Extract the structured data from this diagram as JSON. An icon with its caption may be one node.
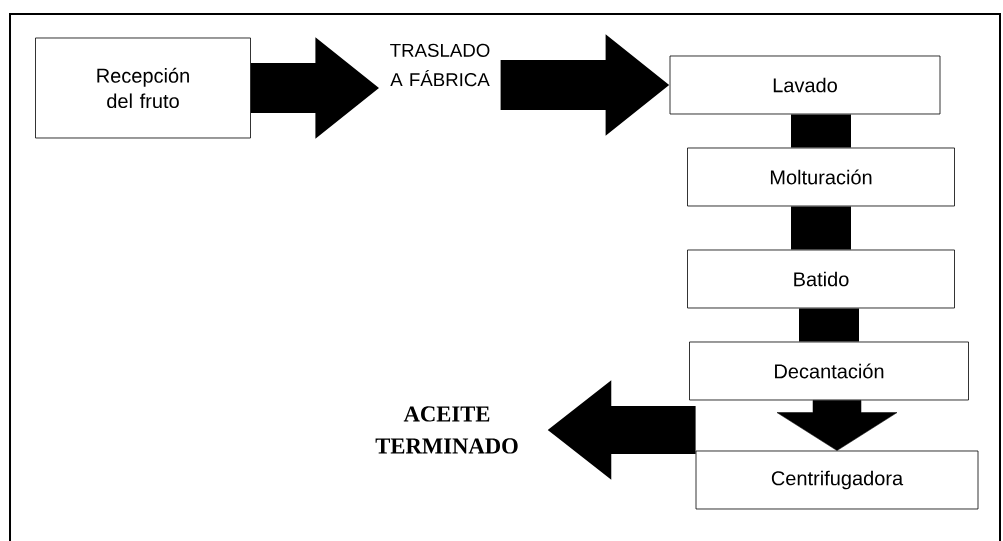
{
  "diagram": {
    "nodes": [
      {
        "text": [
          "Recepción del fruto"
        ]
      },
      {
        "text": [
          "TRASLADO A FÁBRICA"
        ]
      },
      {
        "text": [
          "Lavado"
        ]
      },
      {
        "text": [
          "Molturación"
        ]
      },
      {
        "text": [
          "Batido"
        ]
      },
      {
        "text": [
          "Decantación"
        ]
      },
      {
        "text": [
          "Centrifugadora"
        ]
      },
      {
        "text": [
          "ACEITE TERMINADO"
        ]
      }
    ],
    "edges": [
      {
        "from": 0,
        "to": 1,
        "arrow": "to"
      },
      {
        "from": 1,
        "to": 2,
        "arrow": "to"
      },
      {
        "from": 2,
        "to": 3,
        "arrow": "none"
      },
      {
        "from": 3,
        "to": 4,
        "arrow": "none"
      },
      {
        "from": 4,
        "to": 5,
        "arrow": "none"
      },
      {
        "from": 5,
        "to": 6,
        "arrow": "to"
      },
      {
        "from": 6,
        "to": 7,
        "arrow": "to"
      }
    ]
  }
}
